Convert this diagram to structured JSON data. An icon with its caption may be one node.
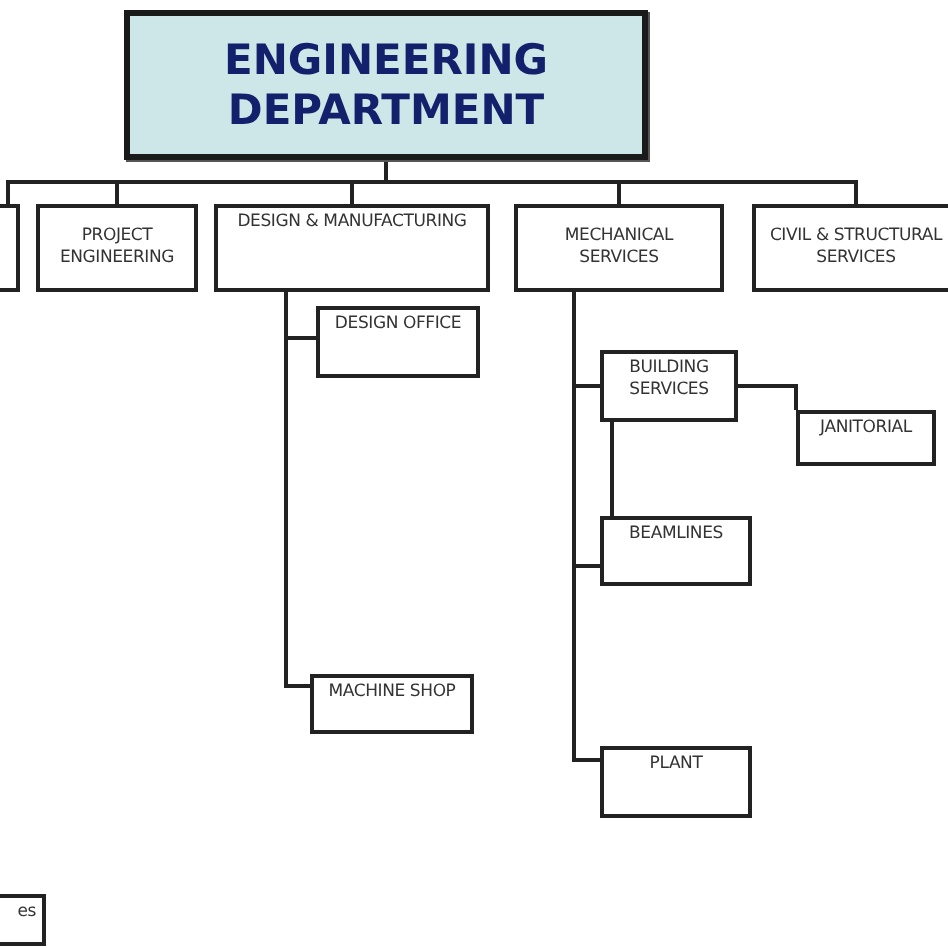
{
  "diagram": {
    "nodes": [
      {
        "text": [
          "ENGINEERING DEPARTMENT"
        ]
      },
      {
        "text": [],
        "shape": "box"
      },
      {
        "text": [
          "PROJECT ENGINEERING"
        ]
      },
      {
        "text": [
          "DESIGN & MANUFACTURING"
        ]
      },
      {
        "text": [
          "MECHANICAL SERVICES"
        ]
      },
      {
        "text": [
          "CIVIL & STRUCTURAL SERVICES"
        ]
      },
      {
        "text": [
          "DESIGN OFFICE"
        ]
      },
      {
        "text": [
          "BUILDING SERVICES"
        ]
      },
      {
        "text": [
          "JANITORIAL"
        ]
      },
      {
        "text": [
          "BEAMLINES"
        ]
      },
      {
        "text": [
          "MACHINE SHOP"
        ]
      },
      {
        "text": [
          "PLANT"
        ]
      },
      {
        "text": [
          "es"
        ]
      }
    ],
    "edges": [
      {
        "from": 0,
        "to": 1,
        "arrow": "none"
      },
      {
        "from": 0,
        "to": 2,
        "arrow": "none"
      },
      {
        "from": 0,
        "to": 3,
        "arrow": "none"
      },
      {
        "from": 0,
        "to": 4,
        "arrow": "none"
      },
      {
        "from": 0,
        "to": 5,
        "arrow": "none"
      },
      {
        "from": 3,
        "to": 6,
        "arrow": "none"
      },
      {
        "from": 3,
        "to": 10,
        "arrow": "none"
      },
      {
        "from": 4,
        "to": 7,
        "arrow": "none"
      },
      {
        "from": 7,
        "to": 8,
        "arrow": "none"
      },
      {
        "from": 7,
        "to": 9,
        "arrow": "none"
      },
      {
        "from": 4,
        "to": 9,
        "arrow": "none"
      },
      {
        "from": 4,
        "to": 11,
        "arrow": "none"
      }
    ]
  }
}
